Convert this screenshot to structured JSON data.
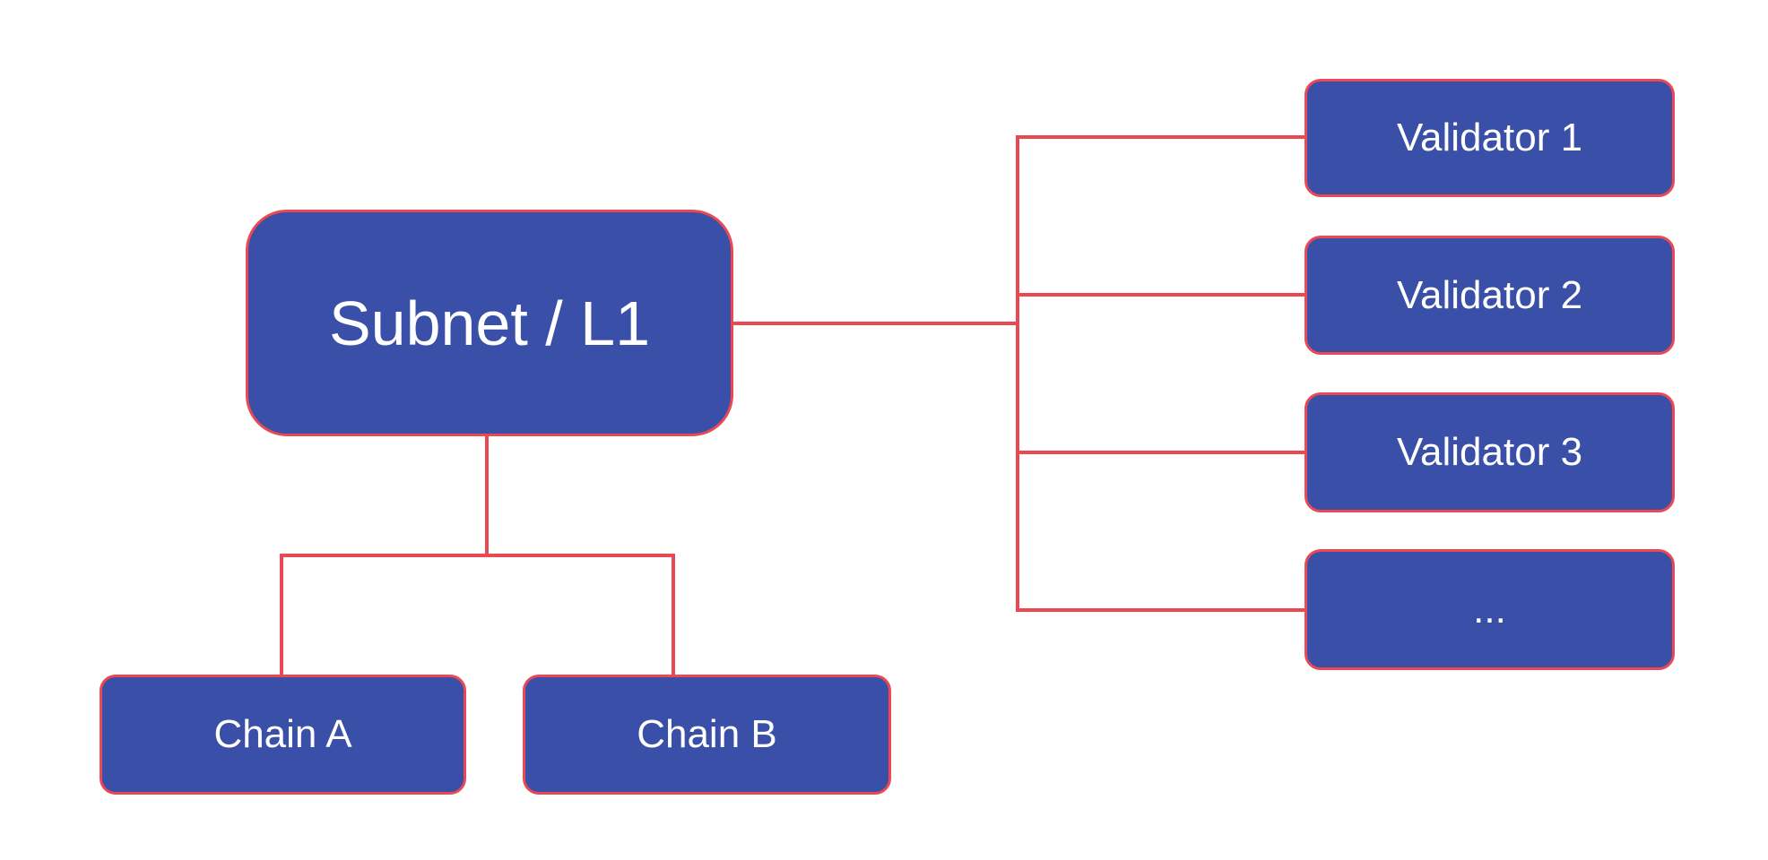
{
  "colors": {
    "background": "#FFFFFF",
    "node_fill": "#3A4FA8",
    "stroke": "#EA4852",
    "text": "#FFFFFF"
  },
  "diagram": {
    "nodes": {
      "subnet": {
        "label": "Subnet / L1"
      },
      "chain_a": {
        "label": "Chain A"
      },
      "chain_b": {
        "label": "Chain B"
      },
      "validator_1": {
        "label": "Validator 1"
      },
      "validator_2": {
        "label": "Validator 2"
      },
      "validator_3": {
        "label": "Validator 3"
      },
      "validator_more": {
        "label": "..."
      }
    },
    "edges": [
      {
        "from": "subnet",
        "to": "validator_1"
      },
      {
        "from": "subnet",
        "to": "validator_2"
      },
      {
        "from": "subnet",
        "to": "validator_3"
      },
      {
        "from": "subnet",
        "to": "validator_more"
      },
      {
        "from": "subnet",
        "to": "chain_a"
      },
      {
        "from": "subnet",
        "to": "chain_b"
      }
    ]
  }
}
